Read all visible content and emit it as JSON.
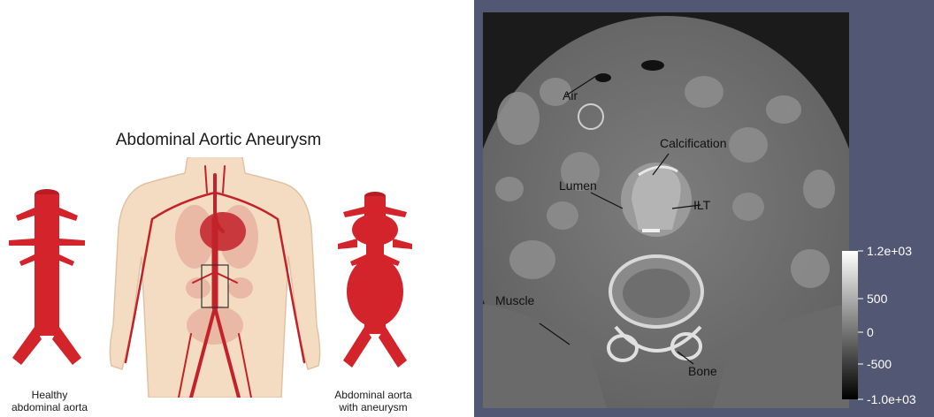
{
  "figure_a": {
    "title": "Abdominal Aortic Aneurysm",
    "caption_healthy": [
      "Healthy",
      "abdominal aorta"
    ],
    "caption_aneurysm": [
      "Abdominal aorta",
      "with aneurysm"
    ],
    "colors": {
      "aorta": "#d3242b",
      "skin": "#f4dcc2",
      "organ": "#e9b9a6",
      "heart": "#c9383c"
    }
  },
  "figure_b": {
    "annotations": {
      "air": "Air",
      "calcification": "Calcification",
      "lumen": "Lumen",
      "ilt": "ILT",
      "muscle": "Muscle",
      "bone": "Bone"
    },
    "colorbar": {
      "labels": [
        "1.2e+03",
        "500",
        "0",
        "-500",
        "-1.0e+03"
      ],
      "colors": {
        "top": "#ffffff",
        "bottom": "#000000",
        "background": "#525873"
      }
    }
  }
}
